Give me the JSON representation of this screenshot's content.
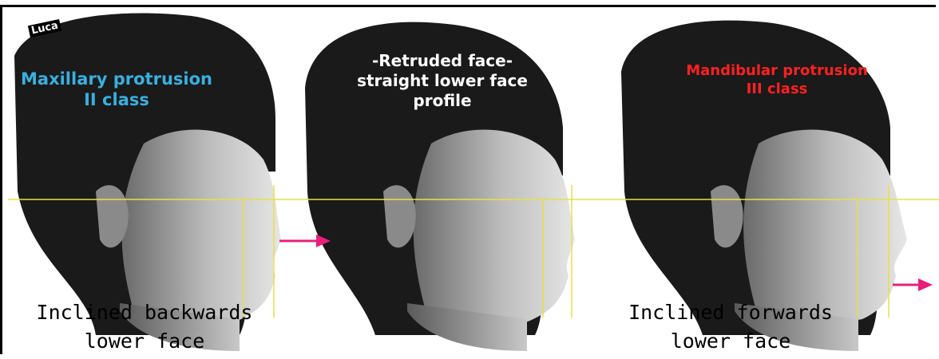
{
  "figure": {
    "author_tag": "Luca",
    "guide_line_color": "#e8e046",
    "arrow_color": "#e8207a",
    "panels": [
      {
        "title_lines": [
          "Maxillary protrusion",
          "II class"
        ],
        "title_color": "#38b0e0",
        "caption_lines": [
          "Inclined backwards",
          "lower face"
        ]
      },
      {
        "title_lines": [
          "-Retruded face-",
          "straight lower face",
          "profile"
        ],
        "title_color": "#ffffff",
        "caption_lines": []
      },
      {
        "title_lines": [
          "Mandibular protrusion",
          "III class"
        ],
        "title_color": "#ff2020",
        "caption_lines": [
          "Inclined forwards",
          "lower face"
        ]
      }
    ]
  }
}
